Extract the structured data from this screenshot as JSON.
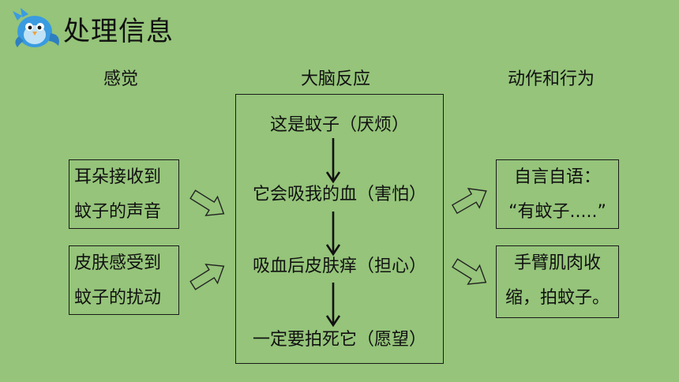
{
  "title": "处理信息",
  "columns": {
    "sense": "感觉",
    "brain": "大脑反应",
    "action": "动作和行为"
  },
  "senses": [
    {
      "line1": "耳朵接收到",
      "line2": "蚊子的声音"
    },
    {
      "line1": "皮肤感受到",
      "line2": "蚊子的扰动"
    }
  ],
  "brain_steps": [
    "这是蚊子（厌烦）",
    "它会吸我的血（害怕）",
    "吸血后皮肤痒（担心）",
    "一定要拍死它（愿望）"
  ],
  "actions": [
    {
      "line1": "自言自语：",
      "line2": "“有蚊子.....”"
    },
    {
      "line1": "手臂肌肉收",
      "line2": "缩，拍蚊子。"
    }
  ],
  "colors": {
    "background": "#95c47a",
    "bird_blue": "#3a9be0",
    "bird_light": "#bfe2f6"
  },
  "icons": {
    "mascot": "bird-mascot-icon"
  }
}
